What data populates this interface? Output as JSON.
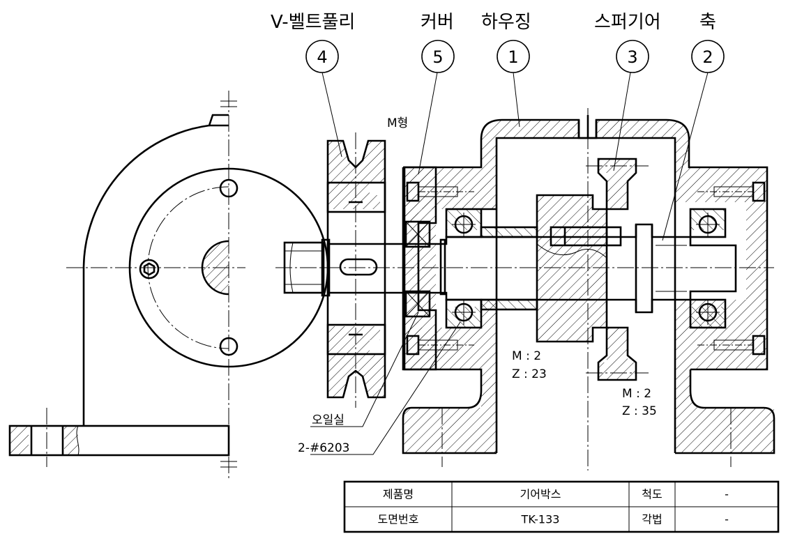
{
  "labels": {
    "pulley": "V-벨트풀리",
    "cover": "커버",
    "housing": "하우징",
    "spur_gear": "스퍼기어",
    "shaft": "축"
  },
  "balloons": {
    "pulley": "4",
    "cover": "5",
    "housing": "1",
    "spur_gear": "3",
    "shaft": "2"
  },
  "annotations": {
    "pulley_type": "M형",
    "oil_seal": "오일실",
    "bearing": "2-#6203",
    "small_gear_module": "M : 2",
    "small_gear_teeth": "Z : 23",
    "large_gear_module": "M : 2",
    "large_gear_teeth": "Z : 35"
  },
  "title_block": {
    "product_name_label": "제품명",
    "product_name": "기어박스",
    "scale_label": "척도",
    "scale": "-",
    "drawing_no_label": "도면번호",
    "drawing_no": "TK-133",
    "projection_label": "각법",
    "projection": "-"
  }
}
